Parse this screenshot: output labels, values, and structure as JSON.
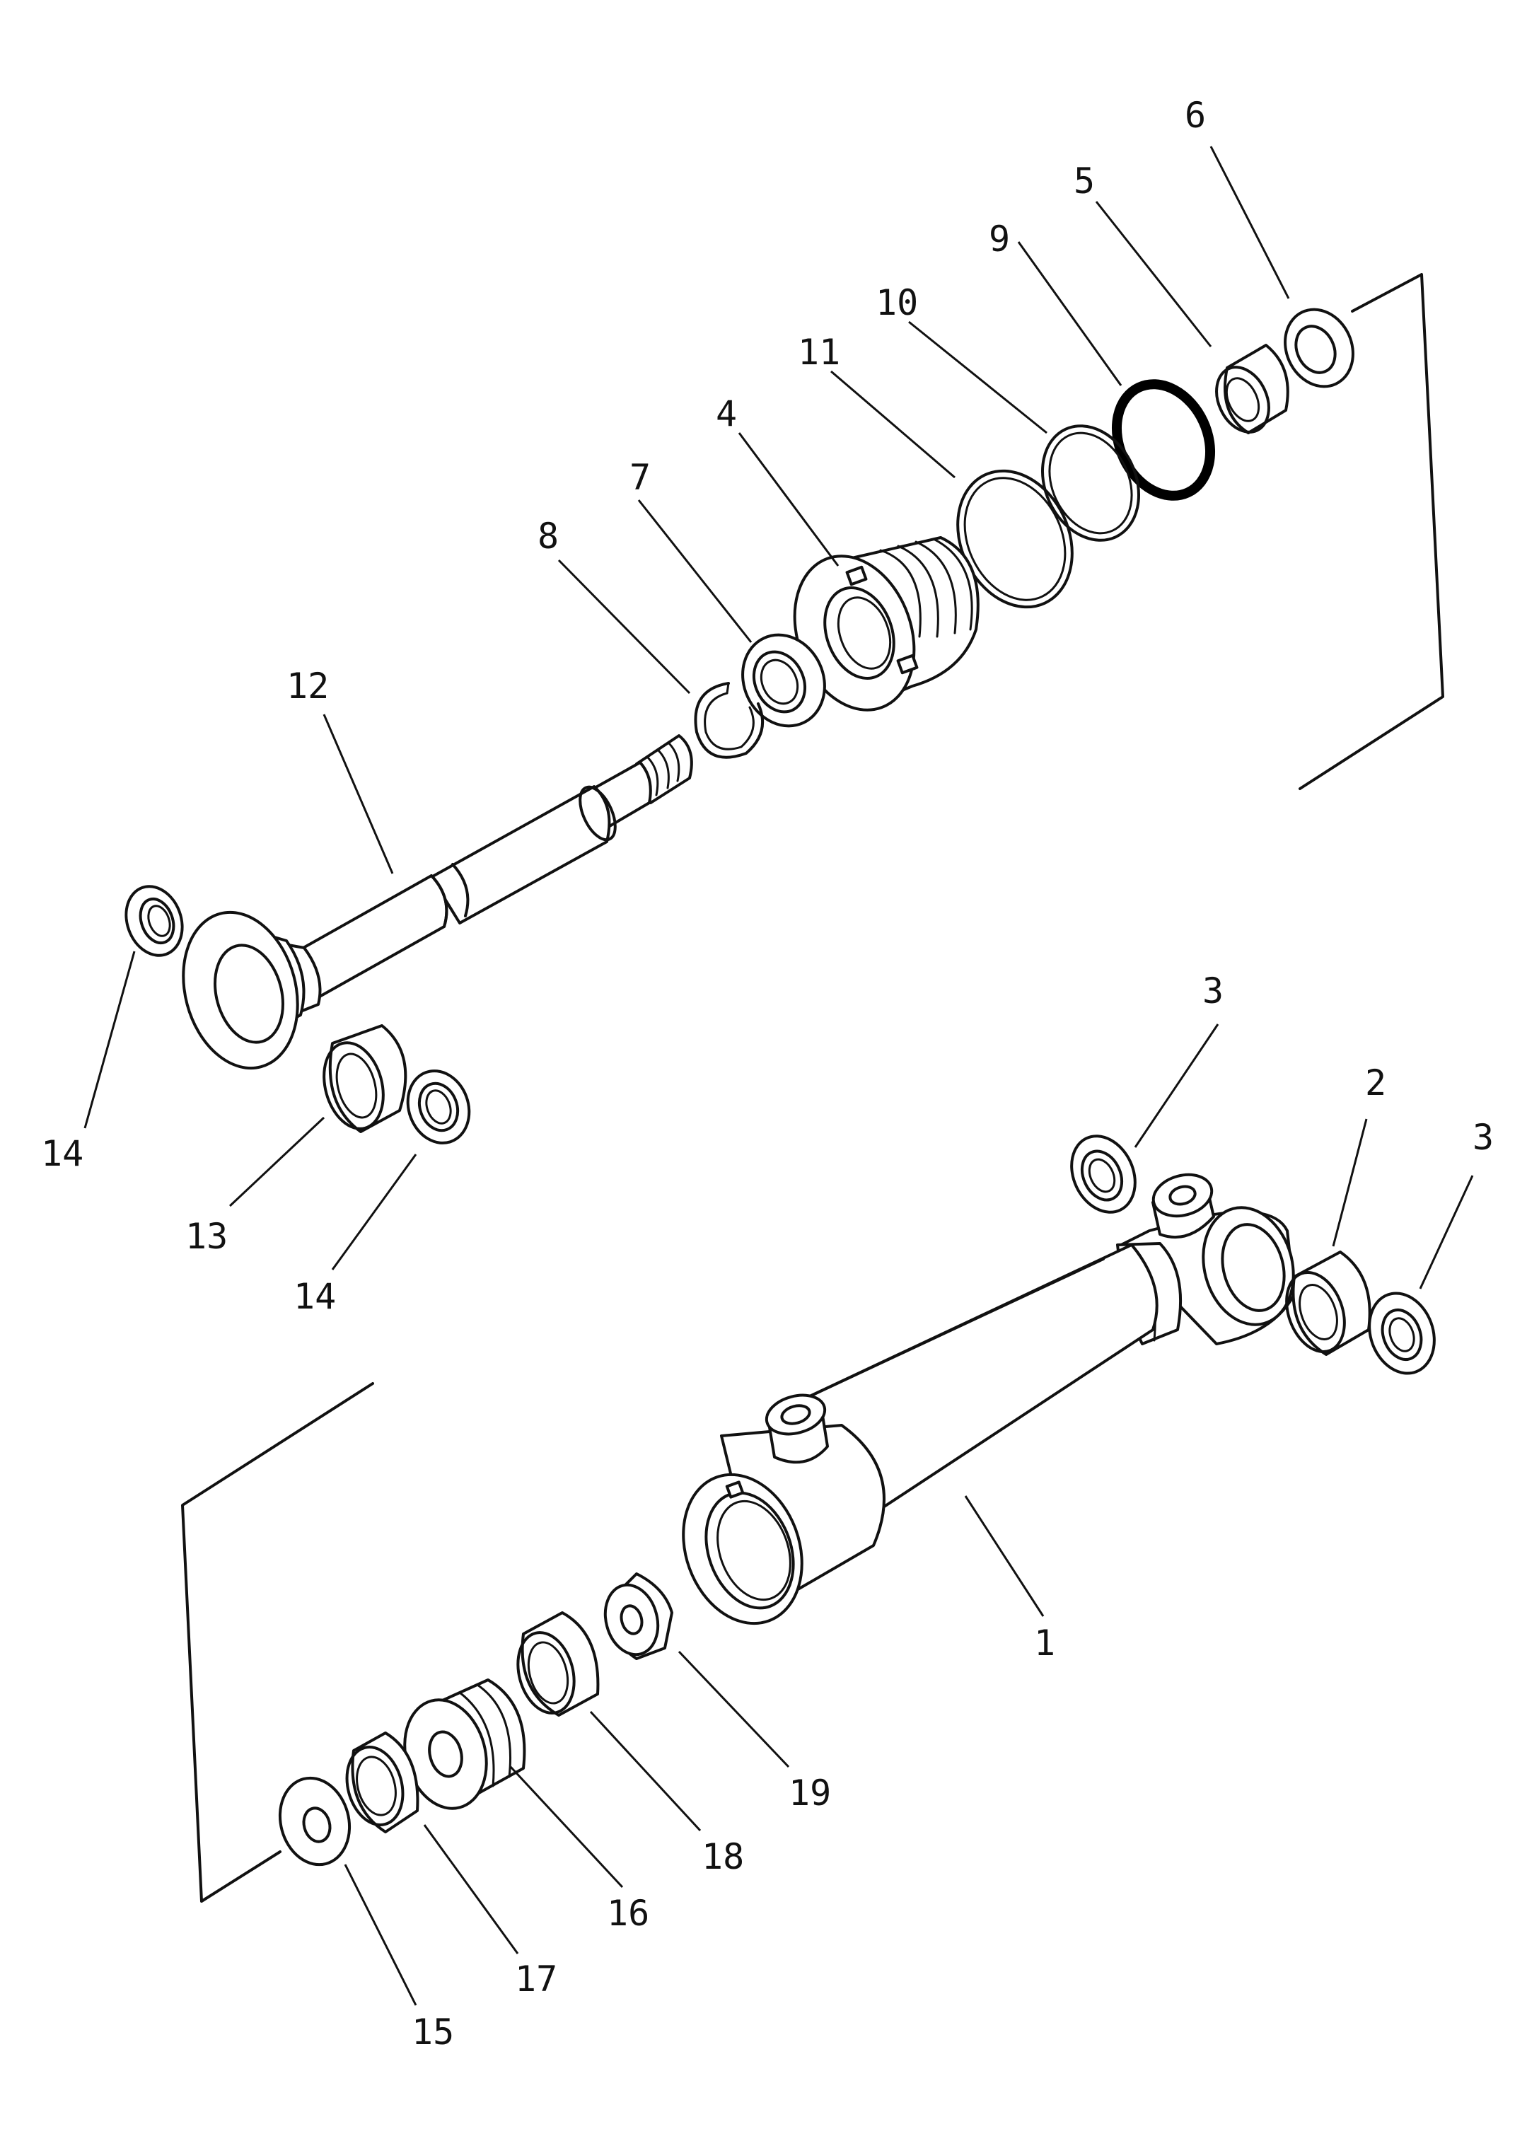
{
  "diagram": {
    "type": "exploded-parts-view",
    "part_labels": [
      "1",
      "2",
      "3",
      "3",
      "4",
      "5",
      "6",
      "7",
      "8",
      "9",
      "10",
      "11",
      "12",
      "13",
      "14",
      "14",
      "15",
      "16",
      "17",
      "18",
      "19"
    ]
  }
}
